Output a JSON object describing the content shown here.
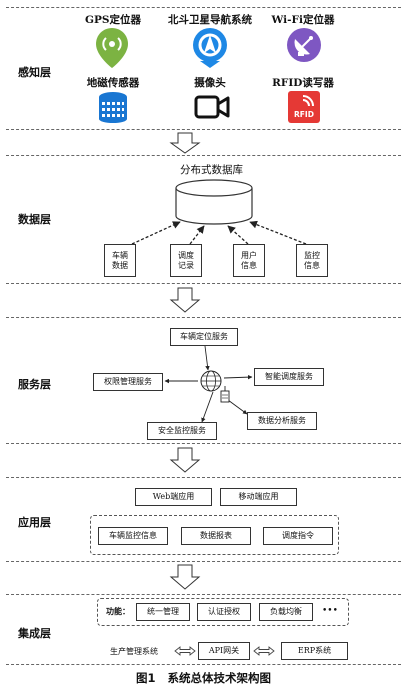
{
  "layers": {
    "perception": "感知层",
    "data": "数据层",
    "service": "服务层",
    "application": "应用层",
    "integration": "集成层"
  },
  "sensors": [
    {
      "label": "GPS定位器",
      "icon": "location-pin-icon",
      "color": "#7cb342"
    },
    {
      "label": "北斗卫星导航系统",
      "icon": "navigation-icon",
      "color": "#1e88e5"
    },
    {
      "label": "Wi-Fi定位器",
      "icon": "satellite-dish-icon",
      "color": "#7e57c2"
    },
    {
      "label": "地磁传感器",
      "icon": "magnetic-sensor-icon",
      "color": "#1976d2"
    },
    {
      "label": "摄像头",
      "icon": "video-camera-icon",
      "color": "#111111"
    },
    {
      "label": "RFID读写器",
      "icon": "rfid-reader-icon",
      "color": "#e53935"
    }
  ],
  "data_layer": {
    "database_title": "分布式数据库",
    "sources": [
      "车辆\n数据",
      "调度\n记录",
      "用户\n信息",
      "监控\n信息"
    ]
  },
  "service_layer": {
    "vehicle_location": "车辆定位服务",
    "permission": "权限管理服务",
    "smart_dispatch": "智能调度服务",
    "data_analysis": "数据分析服务",
    "security_monitor": "安全监控服务"
  },
  "application_layer": {
    "web_app": "Web端应用",
    "mobile_app": "移动端应用",
    "vehicle_monitor": "车辆监控信息",
    "data_report": "数据报表",
    "dispatch_command": "调度指令"
  },
  "integration_layer": {
    "function_label": "功能：",
    "unified_management": "统一管理",
    "auth": "认证授权",
    "load_balance": "负载均衡",
    "more": "•••",
    "production_system": "生产管理系统",
    "api_gateway": "API网关",
    "erp_system": "ERP系统"
  },
  "caption": "图1   系统总体技术架构图"
}
